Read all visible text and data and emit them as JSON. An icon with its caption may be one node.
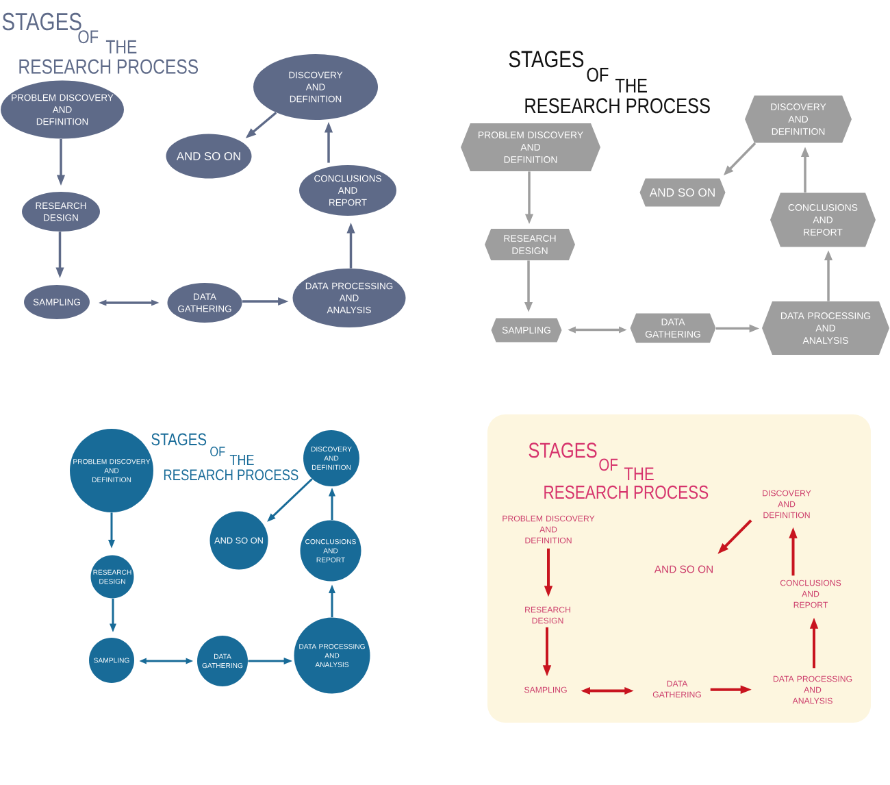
{
  "diagram": {
    "nodes": [
      {
        "text": [
          "PROBLEM DISCOVERY AND DEFINITION"
        ]
      },
      {
        "text": [
          "RESEARCH DESIGN"
        ]
      },
      {
        "text": [
          "SAMPLING"
        ]
      },
      {
        "text": [
          "DATA GATHERING"
        ]
      },
      {
        "text": [
          "DATA PROCESSING AND ANALYSIS"
        ]
      },
      {
        "text": [
          "CONCLUSIONS AND REPORT"
        ]
      },
      {
        "text": [
          "DISCOVERY AND DEFINITION"
        ]
      },
      {
        "text": [
          "AND SO ON"
        ]
      },
      {
        "text": [
          "PROBLEM DISCOVERY AND DEFINITION"
        ]
      },
      {
        "text": [
          "RESEARCH DESIGN"
        ]
      },
      {
        "text": [
          "SAMPLING"
        ]
      },
      {
        "text": [
          "DATA GATHERING"
        ]
      },
      {
        "text": [
          "DATA PROCESSING AND ANALYSIS"
        ]
      },
      {
        "text": [
          "CONCLUSIONS AND REPORT"
        ]
      },
      {
        "text": [
          "DISCOVERY AND DEFINITION"
        ]
      },
      {
        "text": [
          "AND SO ON"
        ]
      },
      {
        "text": [
          "PROBLEM DISCOVERY AND DEFINITION"
        ]
      },
      {
        "text": [
          "RESEARCH DESIGN"
        ]
      },
      {
        "text": [
          "SAMPLING"
        ]
      },
      {
        "text": [
          "DATA GATHERING"
        ]
      },
      {
        "text": [
          "DATA PROCESSING AND ANALYSIS"
        ]
      },
      {
        "text": [
          "CONCLUSIONS AND REPORT"
        ]
      },
      {
        "text": [
          "DISCOVERY AND DEFINITION"
        ]
      },
      {
        "text": [
          "AND SO ON"
        ]
      },
      {
        "text": [
          "PROBLEM DISCOVERY AND DEFINITION"
        ]
      },
      {
        "text": [
          "RESEARCH DESIGN"
        ]
      },
      {
        "text": [
          "SAMPLING"
        ]
      },
      {
        "text": [
          "DATA GATHERING"
        ]
      },
      {
        "text": [
          "DATA PROCESSING AND ANALYSIS"
        ]
      },
      {
        "text": [
          "CONCLUSIONS AND REPORT"
        ]
      },
      {
        "text": [
          "DISCOVERY AND DEFINITION"
        ]
      },
      {
        "text": [
          "AND SO ON"
        ]
      }
    ],
    "edges": [
      {
        "from": 0,
        "to": 1,
        "arrow": "to"
      },
      {
        "from": 1,
        "to": 2,
        "arrow": "to"
      },
      {
        "from": 2,
        "to": 3,
        "arrow": "both"
      },
      {
        "from": 3,
        "to": 4,
        "arrow": "to"
      },
      {
        "from": 4,
        "to": 5,
        "arrow": "to"
      },
      {
        "from": 5,
        "to": 6,
        "arrow": "to"
      },
      {
        "from": 6,
        "to": 7,
        "arrow": "to"
      },
      {
        "from": 8,
        "to": 9,
        "arrow": "to",
        "color": "#9e9e9e"
      },
      {
        "from": 9,
        "to": 10,
        "arrow": "to",
        "color": "#9e9e9e"
      },
      {
        "from": 10,
        "to": 11,
        "arrow": "both",
        "color": "#9e9e9e"
      },
      {
        "from": 11,
        "to": 12,
        "arrow": "to",
        "color": "#9e9e9e"
      },
      {
        "from": 12,
        "to": 13,
        "arrow": "to",
        "color": "#9e9e9e"
      },
      {
        "from": 13,
        "to": 14,
        "arrow": "to",
        "color": "#9e9e9e"
      },
      {
        "from": 14,
        "to": 15,
        "arrow": "to",
        "color": "#9e9e9e"
      },
      {
        "from": 16,
        "to": 17,
        "arrow": "to",
        "color": "#186b98"
      },
      {
        "from": 17,
        "to": 18,
        "arrow": "to",
        "color": "#186b98"
      },
      {
        "from": 18,
        "to": 19,
        "arrow": "both",
        "color": "#186b98"
      },
      {
        "from": 19,
        "to": 20,
        "arrow": "to",
        "color": "#186b98"
      },
      {
        "from": 20,
        "to": 21,
        "arrow": "to",
        "color": "#186b98"
      },
      {
        "from": 21,
        "to": 22,
        "arrow": "to",
        "color": "#186b98"
      },
      {
        "from": 22,
        "to": 23,
        "arrow": "to",
        "color": "#186b98"
      },
      {
        "from": 24,
        "to": 25,
        "arrow": "to",
        "color": "#c8141f"
      },
      {
        "from": 25,
        "to": 26,
        "arrow": "to",
        "color": "#c8141f"
      },
      {
        "from": 26,
        "to": 27,
        "arrow": "both",
        "color": "#c8141f"
      },
      {
        "from": 27,
        "to": 28,
        "arrow": "to",
        "color": "#c8141f"
      },
      {
        "from": 28,
        "to": 29,
        "arrow": "to",
        "color": "#c8141f"
      },
      {
        "from": 29,
        "to": 30,
        "arrow": "to",
        "color": "#c8141f"
      },
      {
        "from": 30,
        "to": 31,
        "arrow": "to",
        "color": "#c8141f"
      }
    ],
    "labels": [
      "STAGES",
      "OF",
      "THE",
      "RESEARCH PROCESS",
      "STAGES",
      "OF",
      "THE",
      "RESEARCH PROCESS",
      "STAGES",
      "OF",
      "THE",
      "RESEARCH PROCESS",
      "STAGES",
      "OF",
      "THE",
      "RESEARCH PROCESS"
    ]
  }
}
